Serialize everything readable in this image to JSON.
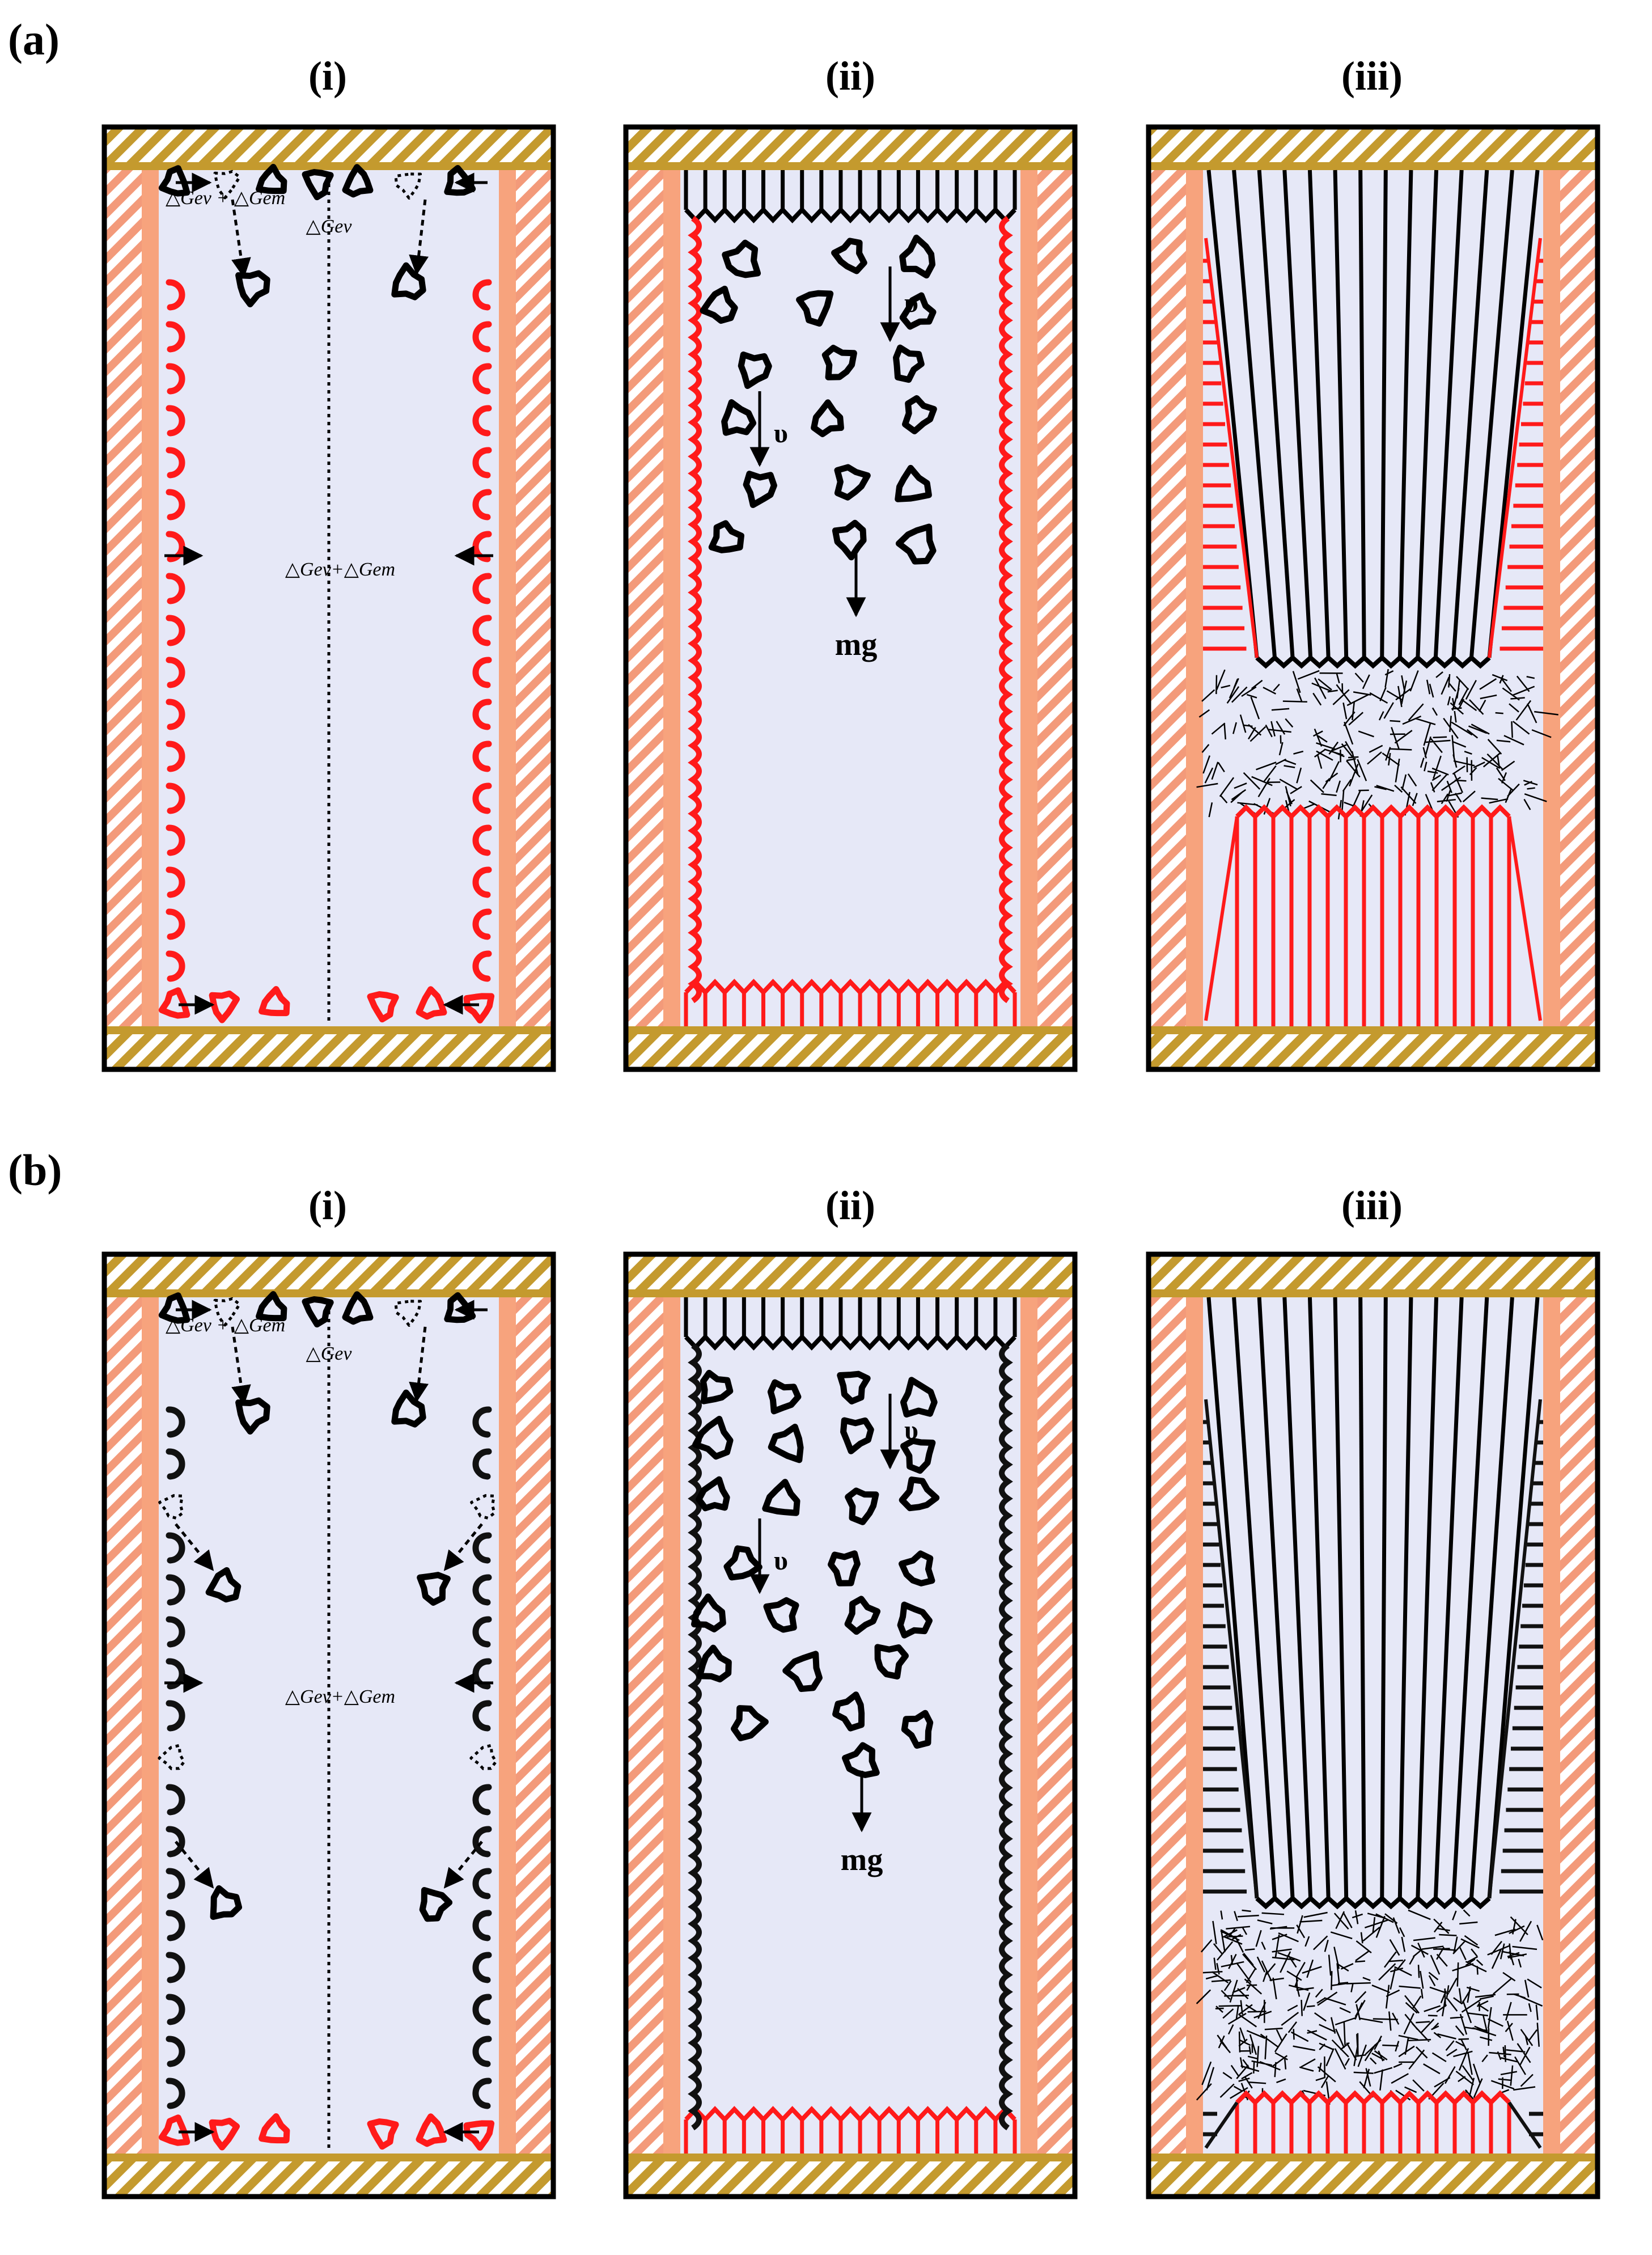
{
  "rows": [
    {
      "row_label": "(a)",
      "panels": [
        {
          "title": "(i)",
          "annotations": {
            "top_left": "△Gev + △Gem",
            "top_center": "△Gev",
            "middle": "△Gev+△Gem"
          }
        },
        {
          "title": "(ii)",
          "annotations": {
            "velocity_1": "υ",
            "velocity_2": "υ",
            "gravity": "mg"
          }
        },
        {
          "title": "(iii)"
        }
      ],
      "wall_crystal_color": "#ff1a1a"
    },
    {
      "row_label": "(b)",
      "panels": [
        {
          "title": "(i)",
          "annotations": {
            "top_left": "△Gev + △Gem",
            "top_center": "△Gev",
            "middle": "△Gev+△Gem"
          }
        },
        {
          "title": "(ii)",
          "annotations": {
            "velocity_1": "υ",
            "velocity_2": "υ",
            "gravity": "mg"
          }
        },
        {
          "title": "(iii)"
        }
      ],
      "wall_crystal_color": "#111111"
    }
  ],
  "colors": {
    "melt": "#e6e8f7",
    "mold_wall": "#f7a37d",
    "mold_hatch": "#f39a7a",
    "top_bottom_plate": "#c49a2e",
    "bottom_chill_crystals": "#ff1a1a",
    "nuclei": "#000000"
  }
}
